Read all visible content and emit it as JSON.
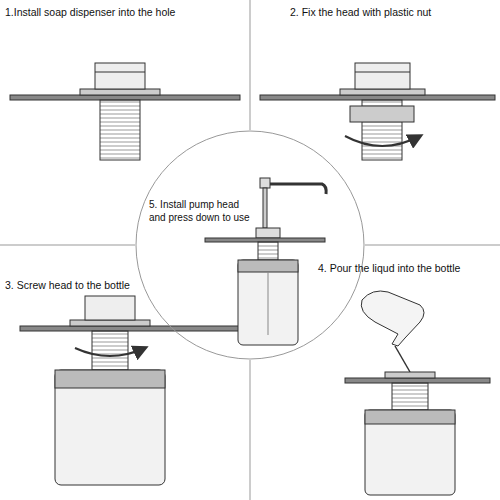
{
  "diagram": {
    "nodes": [
      {
        "text": [
          "5. Install pump head and press down to use"
        ]
      }
    ],
    "labels": [
      "1.Install soap dispenser into the hole",
      "2. Fix the head with plastic nut",
      "3. Screw head to the bottle",
      "4. Pour the liqud into the bottle"
    ]
  }
}
